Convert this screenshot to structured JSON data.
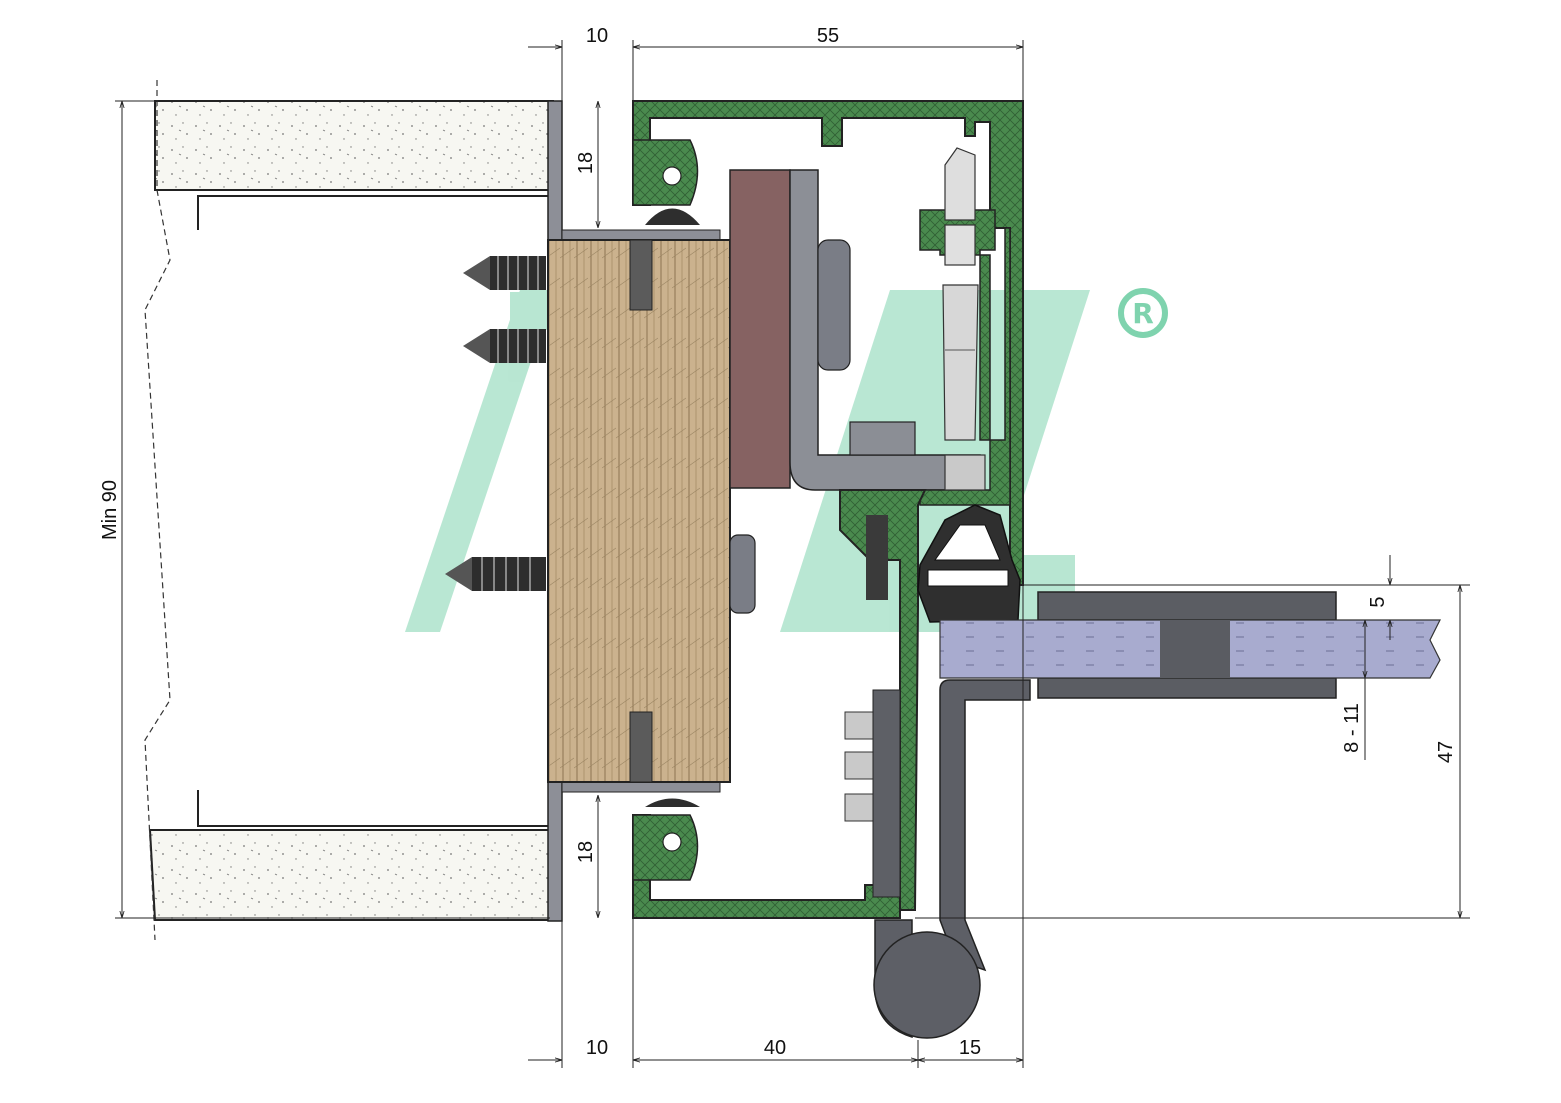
{
  "diagram": {
    "dimensions": {
      "top_wall_offset": "10",
      "top_profile_width": "55",
      "bottom_wall_offset": "10",
      "bottom_profile_width": "40",
      "bottom_hinge_offset": "15",
      "upper_flange": "18",
      "lower_flange": "18",
      "wall_height": "Min 90",
      "glass_gap": "5",
      "glass_thickness": "8 - 11",
      "door_depth": "47"
    },
    "logo": {
      "mark": "®",
      "color": "#7fd3ae"
    },
    "colors": {
      "profile_green": "#4a8a4e",
      "wood": "#c9b08c",
      "brown_pad": "#8a6464",
      "steel_gray": "#7c7f86",
      "glass": "#a7a9cf",
      "concrete": "#f4f4f0",
      "gasket": "#3a3a3a"
    }
  }
}
